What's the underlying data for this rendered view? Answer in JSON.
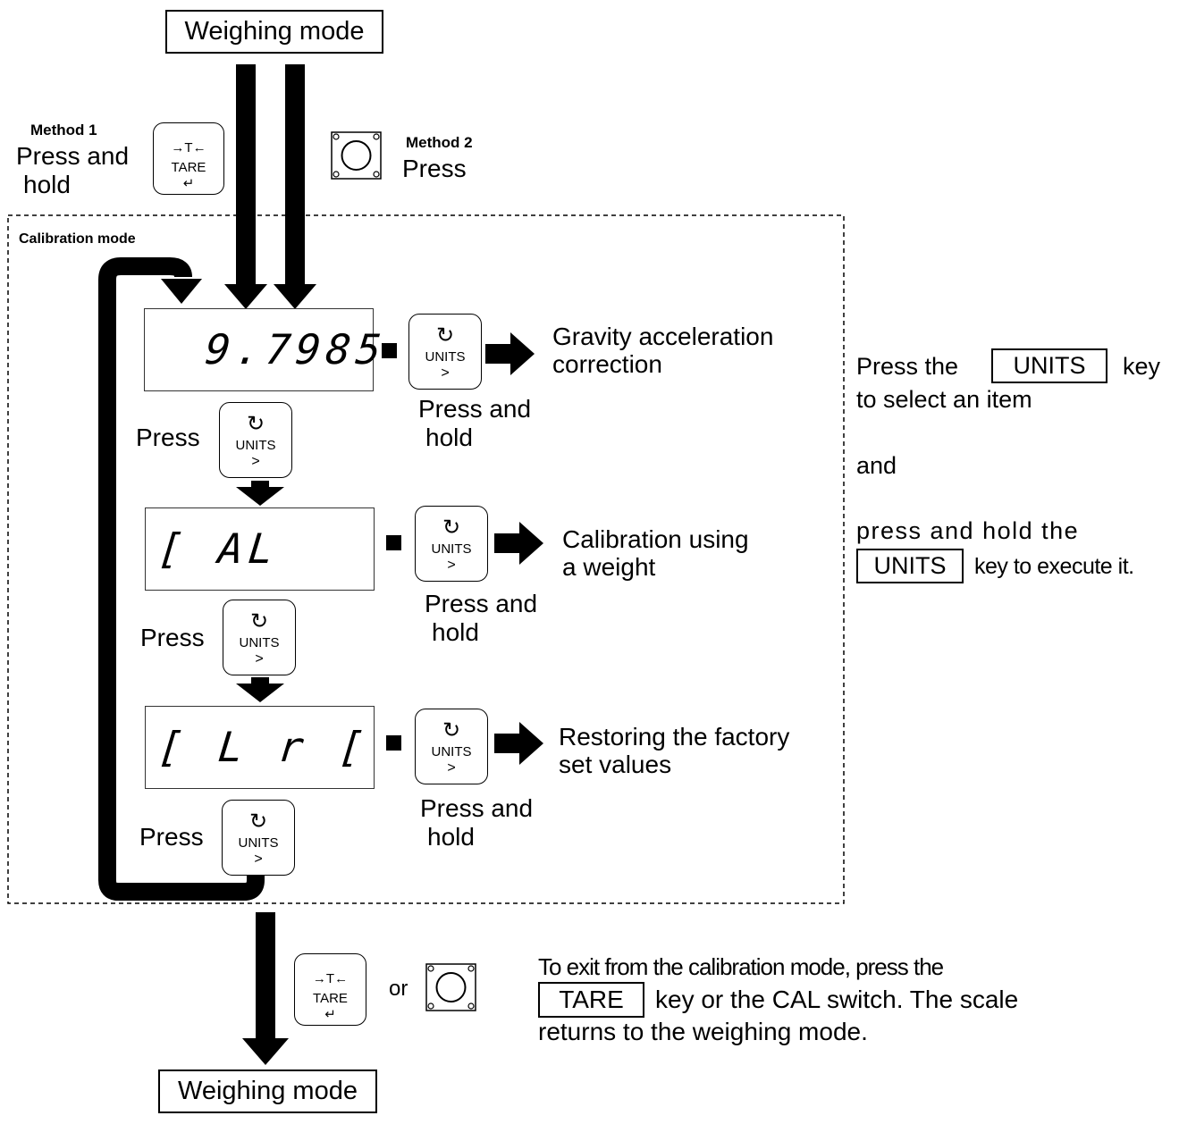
{
  "top_mode": "Weighing mode",
  "bottom_mode": "Weighing mode",
  "method1": {
    "title": "Method 1",
    "line1": "Press and",
    "line2": "hold"
  },
  "method2": {
    "title": "Method 2",
    "line1": "Press"
  },
  "calibration_mode_label": "Calibration mode",
  "tare_key": {
    "icon": "→T←",
    "label": "TARE",
    "sub": "↵"
  },
  "units_key": {
    "icon": "↻",
    "label": "UNITS",
    "sub": ">"
  },
  "displays": [
    {
      "text": "9.7985",
      "action": "Gravity acceleration",
      "action2": "correction"
    },
    {
      "text": "[ AL",
      "action": "Calibration using",
      "action2": "a weight"
    },
    {
      "text": "[ L r [",
      "action": "Restoring the factory",
      "action2": "set values"
    }
  ],
  "press_and_hold": {
    "line1": "Press and",
    "line2": "hold"
  },
  "press": "Press",
  "right_note": {
    "p1": "Press the",
    "key": "UNITS",
    "p2": "key",
    "line2": "to select an item",
    "and": "and",
    "line4": "press and hold the",
    "line5_key": "UNITS",
    "line5": "key to execute it."
  },
  "exit_note": {
    "line1": "To exit from the calibration mode, press the",
    "key": "TARE",
    "line2": "key or the CAL switch. The scale",
    "line3": "returns to the weighing mode."
  },
  "or": "or"
}
